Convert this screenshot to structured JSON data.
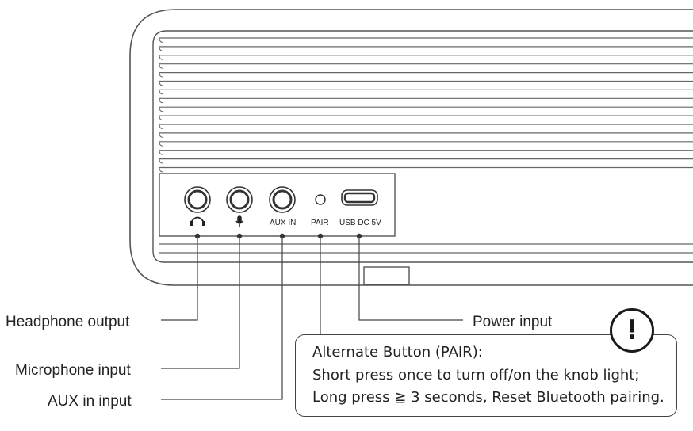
{
  "device": {
    "ports": [
      {
        "key": "headphone",
        "icon": "headphone-icon",
        "label": ""
      },
      {
        "key": "microphone",
        "icon": "microphone-icon",
        "label": ""
      },
      {
        "key": "aux",
        "icon": "",
        "label": "AUX IN"
      },
      {
        "key": "pair",
        "icon": "",
        "label": "PAIR"
      },
      {
        "key": "usb",
        "icon": "",
        "label": "USB DC 5V"
      }
    ]
  },
  "callouts": {
    "headphone": "Headphone output",
    "microphone": "Microphone input",
    "aux": "AUX in input",
    "power": "Power input"
  },
  "note": {
    "icon": "exclamation-icon",
    "symbol": "!",
    "lines": [
      "Alternate Button (PAIR):",
      "Short press once to turn off/on the knob light;",
      "Long press ≧ 3 seconds, Reset Bluetooth pairing."
    ]
  },
  "colors": {
    "stroke": "#444444",
    "text": "#222222"
  }
}
